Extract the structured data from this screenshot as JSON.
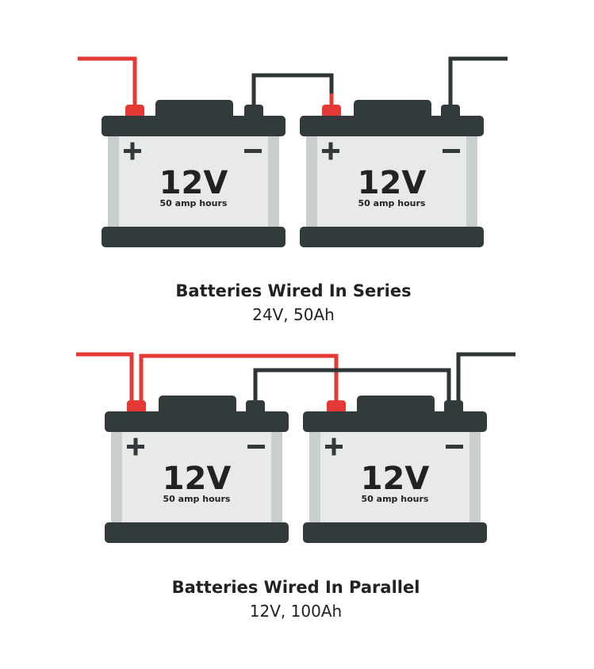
{
  "colors": {
    "positive_wire": "#e53935",
    "negative_wire": "#2e3537",
    "battery_dark": "#323a3c",
    "battery_body": "#e8eaea",
    "battery_side": "#c9cece",
    "terminal_positive": "#e53935",
    "text": "#222222"
  },
  "icons": {
    "positive": "plus-sign-icon",
    "negative": "minus-sign-icon"
  },
  "series": {
    "title": "Batteries Wired In Series",
    "subtitle": "24V, 50Ah",
    "batteries": [
      {
        "voltage": "12V",
        "capacity": "50 amp hours"
      },
      {
        "voltage": "12V",
        "capacity": "50 amp hours"
      }
    ]
  },
  "parallel": {
    "title": "Batteries Wired In Parallel",
    "subtitle": "12V, 100Ah",
    "batteries": [
      {
        "voltage": "12V",
        "capacity": "50 amp hours"
      },
      {
        "voltage": "12V",
        "capacity": "50 amp hours"
      }
    ]
  }
}
